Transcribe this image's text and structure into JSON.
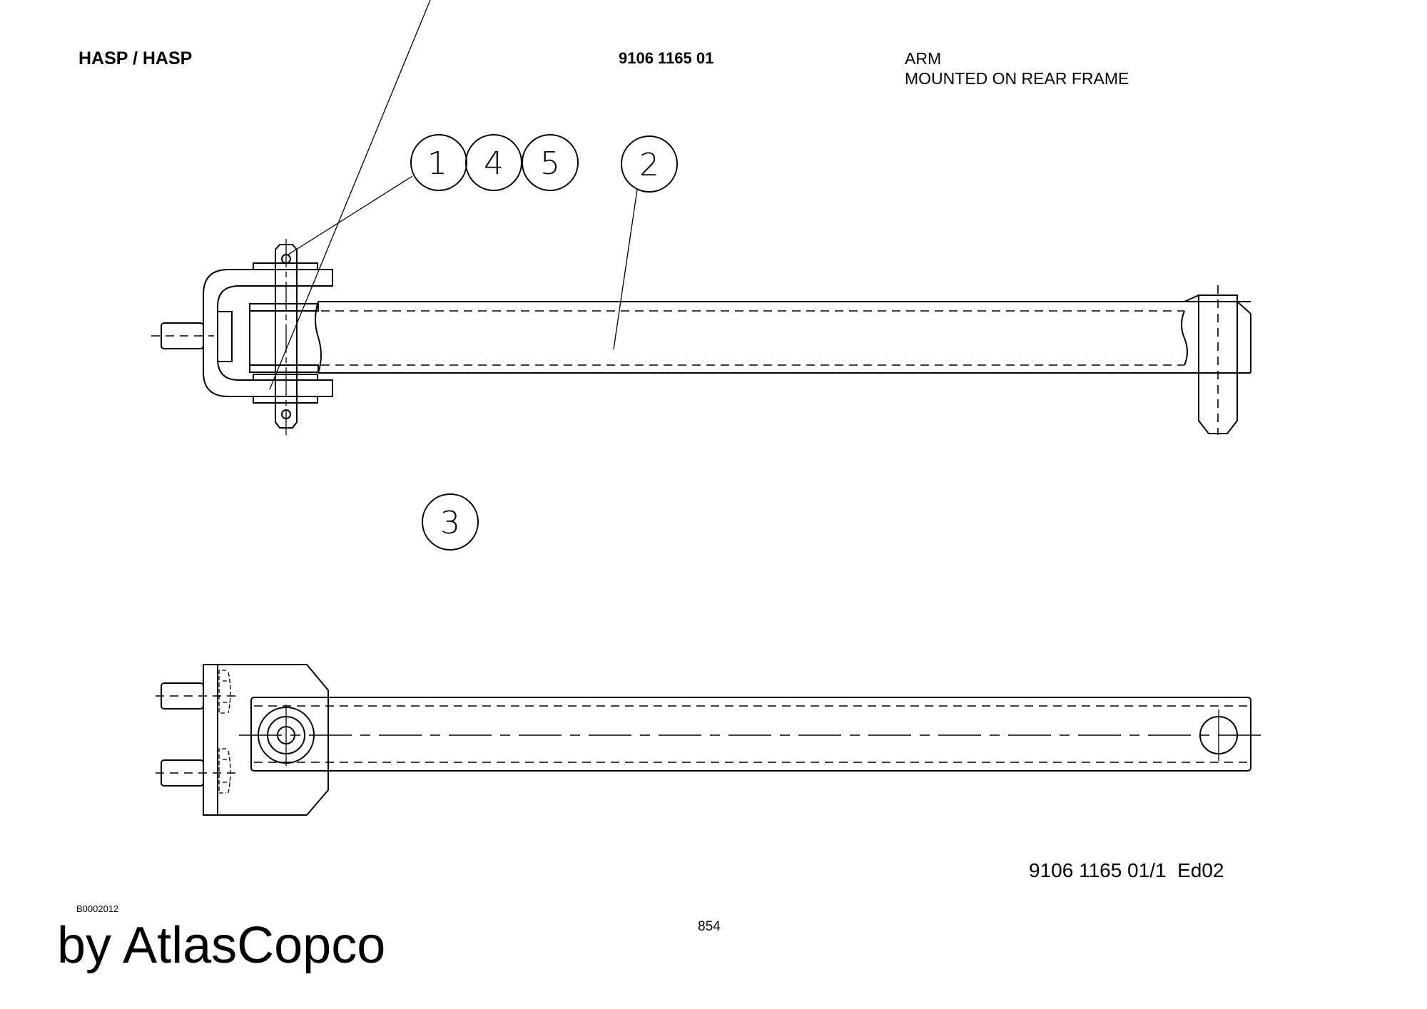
{
  "header": {
    "title": "HASP / HASP",
    "part_number": "9106 1165 01",
    "description_line1": "ARM",
    "description_line2": "MOUNTED ON REAR FRAME"
  },
  "drawing": {
    "balloons": [
      "1",
      "4",
      "5",
      "2",
      "3"
    ]
  },
  "footer": {
    "drawing_ref": "9106 1165 01/1  Ed02",
    "image_code": "B0002012",
    "page_number": "854",
    "brand": "by AtlasCopco"
  }
}
